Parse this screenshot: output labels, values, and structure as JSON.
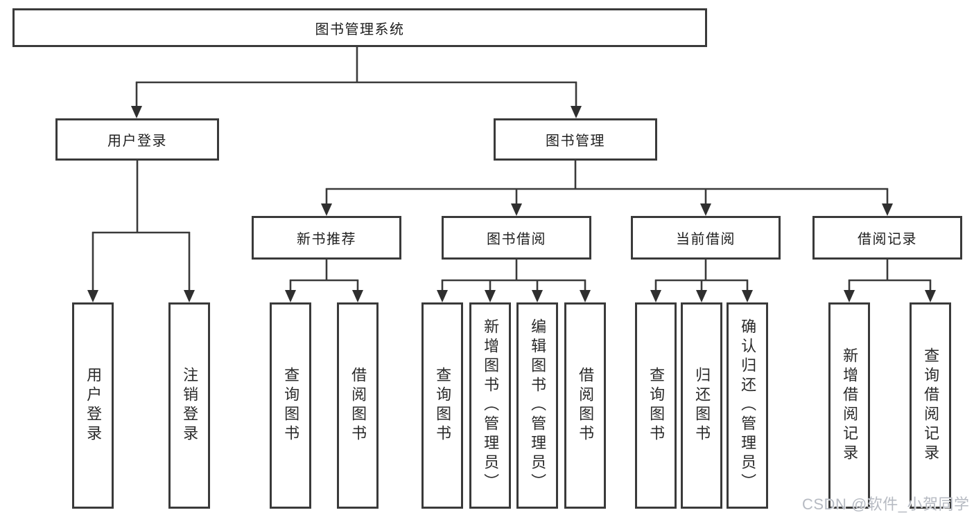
{
  "diagram": {
    "root": "图书管理系统",
    "level2": {
      "user_login": "用户登录",
      "book_management": "图书管理"
    },
    "level3": {
      "new_book_recommend": "新书推荐",
      "book_borrowing": "图书借阅",
      "current_borrowing": "当前借阅",
      "borrowing_records": "借阅记录"
    },
    "leaves": {
      "user_login": "用户登录",
      "logout": "注销登录",
      "recommend_query_books": "查询图书",
      "recommend_borrow_books": "借阅图书",
      "borrowing_query_books": "查询图书",
      "borrowing_add_books_admin": "新增图书（管理员）",
      "borrowing_edit_books_admin": "编辑图书（管理员）",
      "borrowing_borrow_books": "借阅图书",
      "current_query_books": "查询图书",
      "current_return_books": "归还图书",
      "current_confirm_return_admin": "确认归还（管理员）",
      "records_add_record": "新增借阅记录",
      "records_query_record": "查询借阅记录"
    }
  },
  "watermark": "CSDN @软件_小贺同学",
  "colors": {
    "line": "#3a3a3a",
    "box_border": "#3a3a3a",
    "text": "#1e1e1e",
    "watermark": "#b6bac2",
    "background": "#ffffff"
  }
}
